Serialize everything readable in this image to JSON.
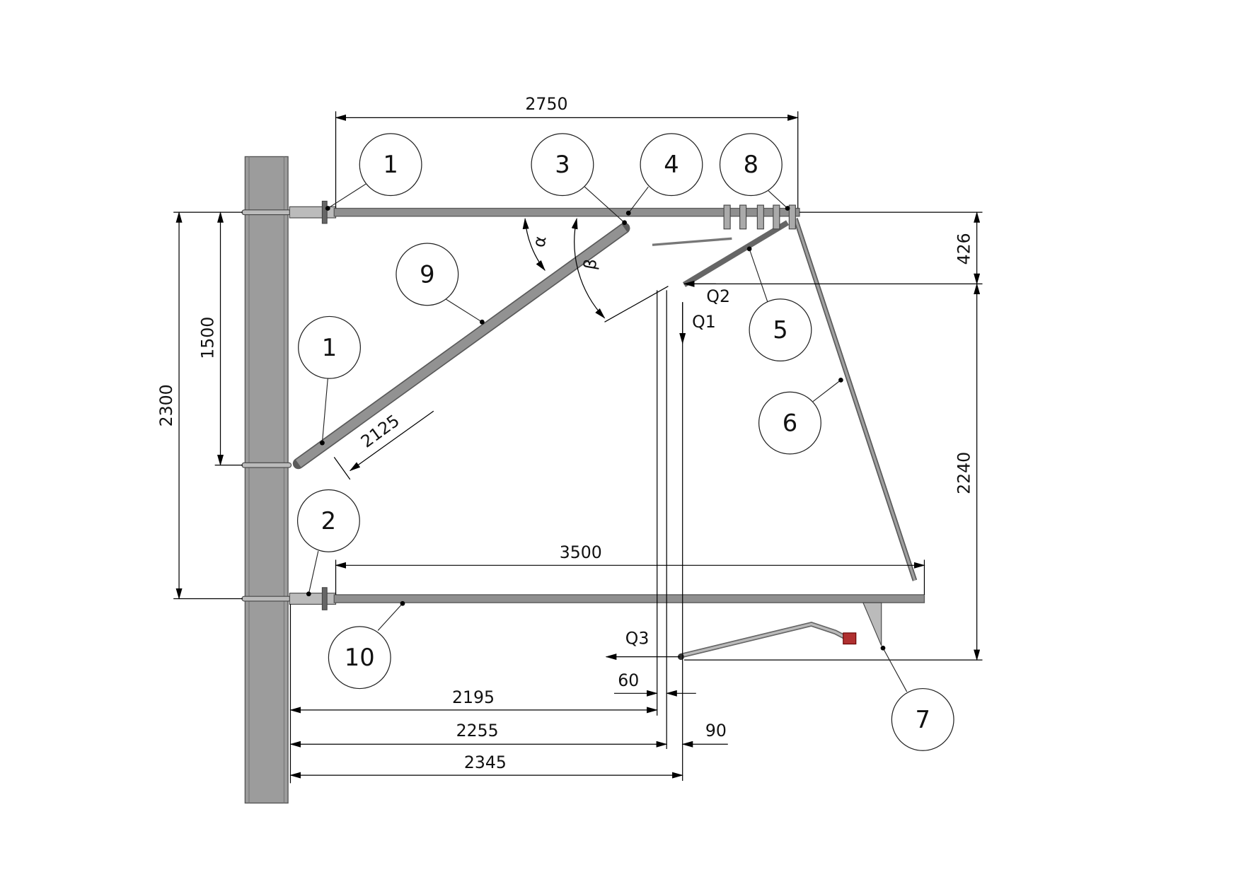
{
  "dimensions": {
    "top_span": "2750",
    "total_height": "2300",
    "diag_height": "1500",
    "upper_offset": "426",
    "contact_height": "2240",
    "lower_span": "3500",
    "diag_length": "2125",
    "d2195": "2195",
    "d2255": "2255",
    "d2345": "2345",
    "d60": "60",
    "d90": "90"
  },
  "angles": {
    "alpha": "α",
    "beta": "β"
  },
  "forces": {
    "q1": "Q1",
    "q2": "Q2",
    "q3": "Q3"
  },
  "balloons": [
    "1",
    "3",
    "4",
    "8",
    "9",
    "1",
    "5",
    "6",
    "2",
    "10",
    "7"
  ],
  "colors": {
    "steel": "#8f8f8f",
    "insulator": "#b03030"
  }
}
